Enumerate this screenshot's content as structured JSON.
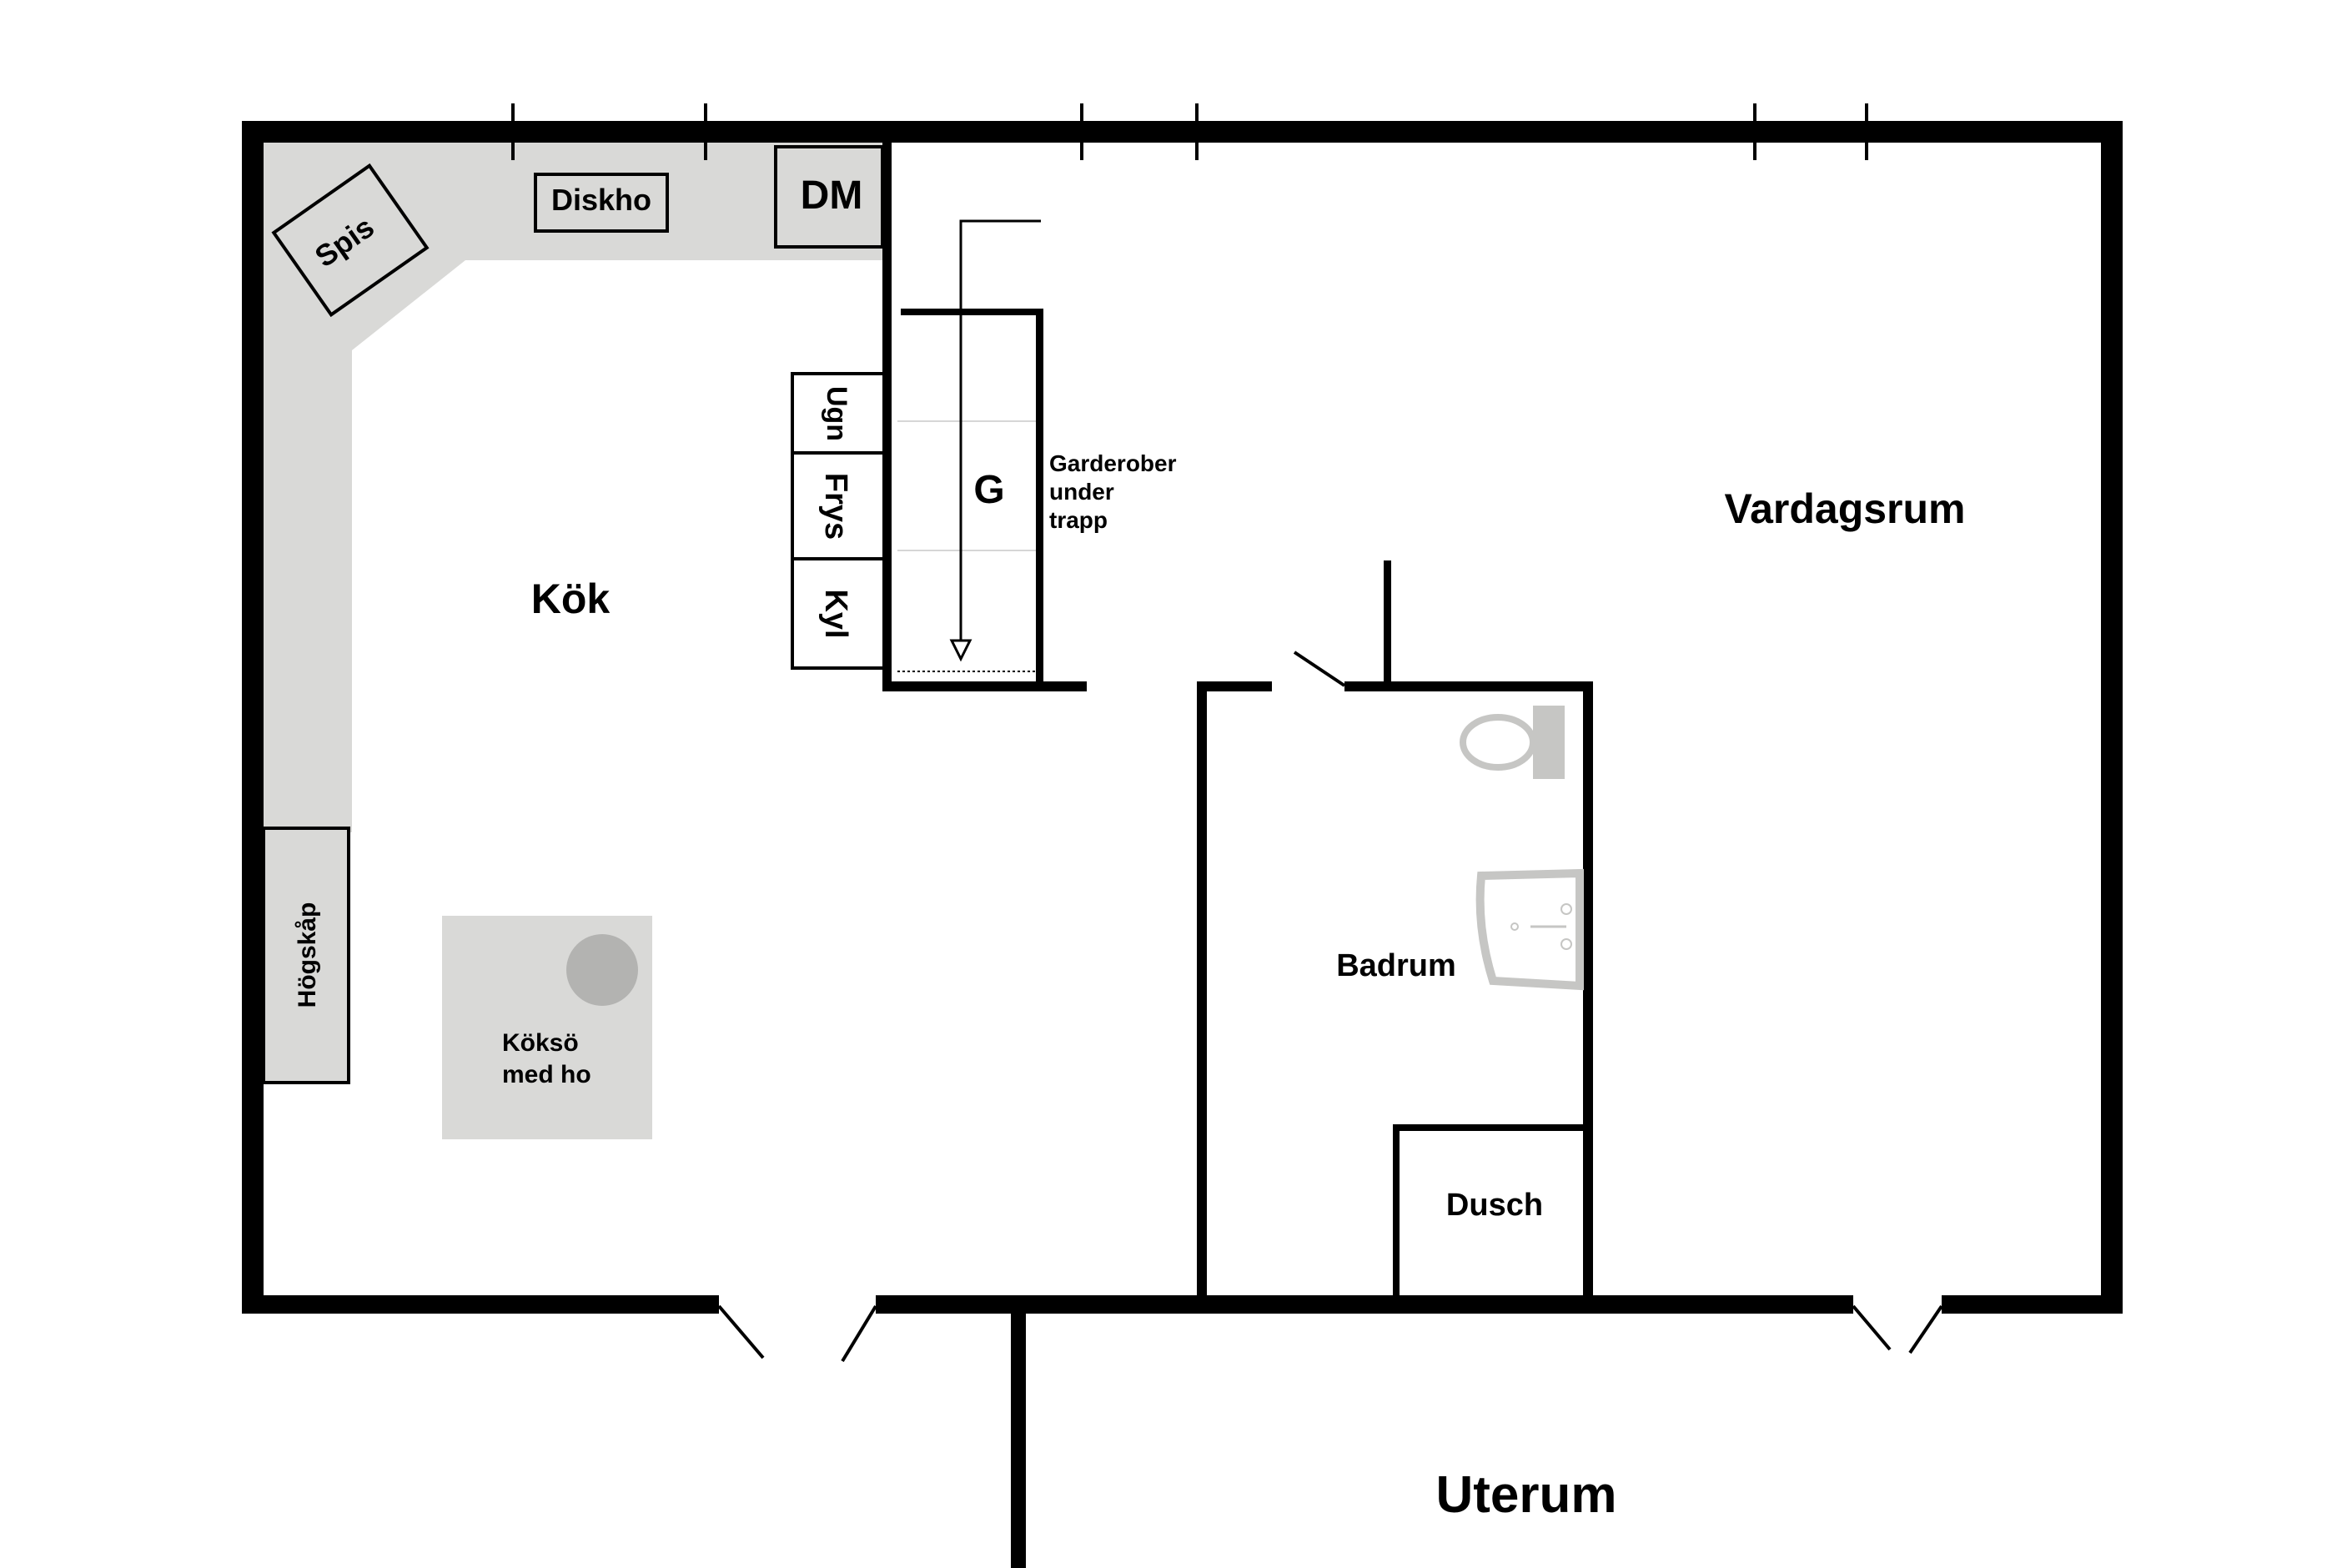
{
  "rooms": {
    "kitchen": "Kök",
    "living_room": "Vardagsrum",
    "bathroom": "Badrum",
    "shower": "Dusch",
    "sunroom": "Uterum"
  },
  "fixtures": {
    "stove": "Spis",
    "sink": "Diskho",
    "dishwasher": "DM",
    "oven": "Ugn",
    "freezer": "Frys",
    "fridge": "Kyl",
    "tall_cabinet": "Högskåp",
    "island_line1": "Köksö",
    "island_line2": "med ho",
    "wardrobe": "G",
    "wardrobe_note_line1": "Garderober",
    "wardrobe_note_line2": "under",
    "wardrobe_note_line3": "trapp"
  },
  "colors": {
    "wall": "#000000",
    "counter": "#d9d9d7",
    "fixture_gray": "#c6c6c4",
    "background": "#ffffff"
  }
}
